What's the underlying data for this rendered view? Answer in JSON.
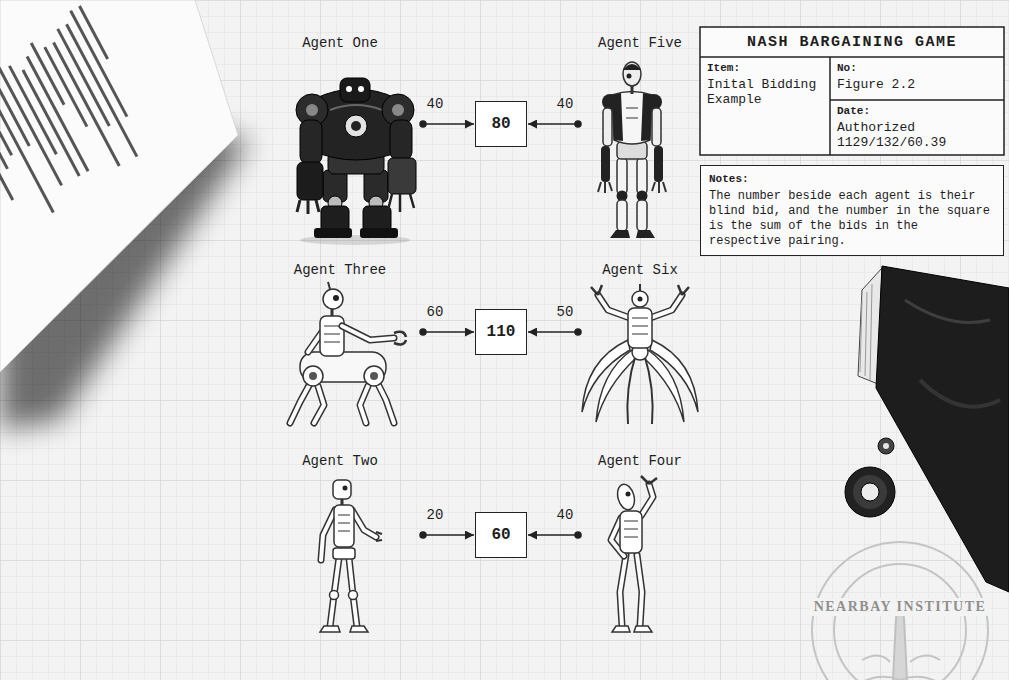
{
  "diagram": {
    "title": "NASH BARGAINING GAME",
    "nodes": [
      {
        "text": [
          "80"
        ]
      },
      {
        "text": [
          "Notes:",
          "The number beside each agent is their blind bid, and the number in the square is the sum of the bids in the respective pairing."
        ]
      },
      {
        "text": [
          "110"
        ]
      },
      {
        "text": [
          "60"
        ]
      }
    ],
    "labels": [
      "Agent One",
      "Agent Five",
      "40",
      "40",
      "Agent Three",
      "Agent Six",
      "60",
      "50",
      "Agent Two",
      "Agent Four",
      "20",
      "40",
      "Item:",
      "Inital Bidding Example",
      "No:",
      "Figure 2.2",
      "Date:",
      "Authorized 1129/132/60.39",
      "NEARBAY INSTITUTE"
    ]
  }
}
